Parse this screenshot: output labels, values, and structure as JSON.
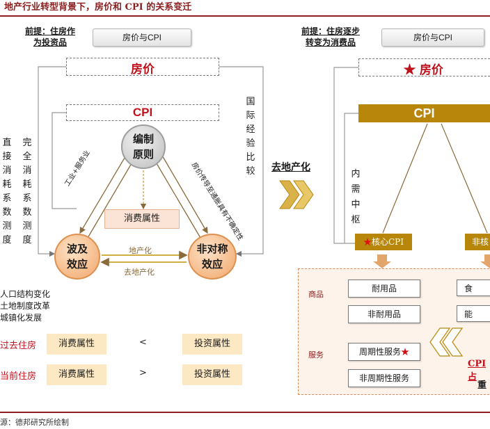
{
  "header": {
    "title": "地产行业转型背景下，房价和 CPI 的关系变迁"
  },
  "left": {
    "premise": [
      "前提：住房作",
      "为投资品"
    ],
    "badge": "房价与CPI",
    "house_price": "房价",
    "cpi": "CPI",
    "node_top": [
      "编制",
      "原则"
    ],
    "node_left": [
      "波及",
      "效应"
    ],
    "node_right": [
      "非对称",
      "效应"
    ],
    "col_direct": "直接消耗系数测度",
    "col_full": "完全消耗系数测度",
    "col_intl": "国际经验比较",
    "edge_left": "工业+服务业",
    "edge_right": "房价传导至通胀具有不确定性",
    "consumption_attr": "消费属性",
    "arrow_up": "地产化",
    "arrow_down": "去地产化",
    "factors": [
      "人口结构变化",
      "土地制度改革",
      "城镇化发展"
    ],
    "rows": [
      {
        "label": "过去住房",
        "left": "消费属性",
        "op": "<",
        "right": "投资属性"
      },
      {
        "label": "当前住房",
        "left": "消费属性",
        "op": ">",
        "right": "投资属性"
      }
    ]
  },
  "middle": {
    "label": "去地产化"
  },
  "right": {
    "premise": [
      "前提：住房逐步",
      "转变为消费品"
    ],
    "badge": "房价与CPI",
    "house_price": "房价",
    "cpi": "CPI",
    "col_demand": "内需中枢",
    "core_cpi": "核心CPI",
    "core_right": "非核",
    "goods_label": "商品",
    "service_label": "服务",
    "goods": [
      "耐用品",
      "非耐用品"
    ],
    "services": [
      "周期性服务",
      "非周期性服务"
    ],
    "goods_right": [
      "食",
      "能"
    ],
    "cpi_right": "CPI占",
    "cpi_right2": "重"
  },
  "footer": {
    "source": "源：德邦研究所绘制"
  },
  "colors": {
    "accent": "#8c1d1d",
    "gold": "#b8860b",
    "red": "#c0111b",
    "orange": "#f1a66a"
  }
}
